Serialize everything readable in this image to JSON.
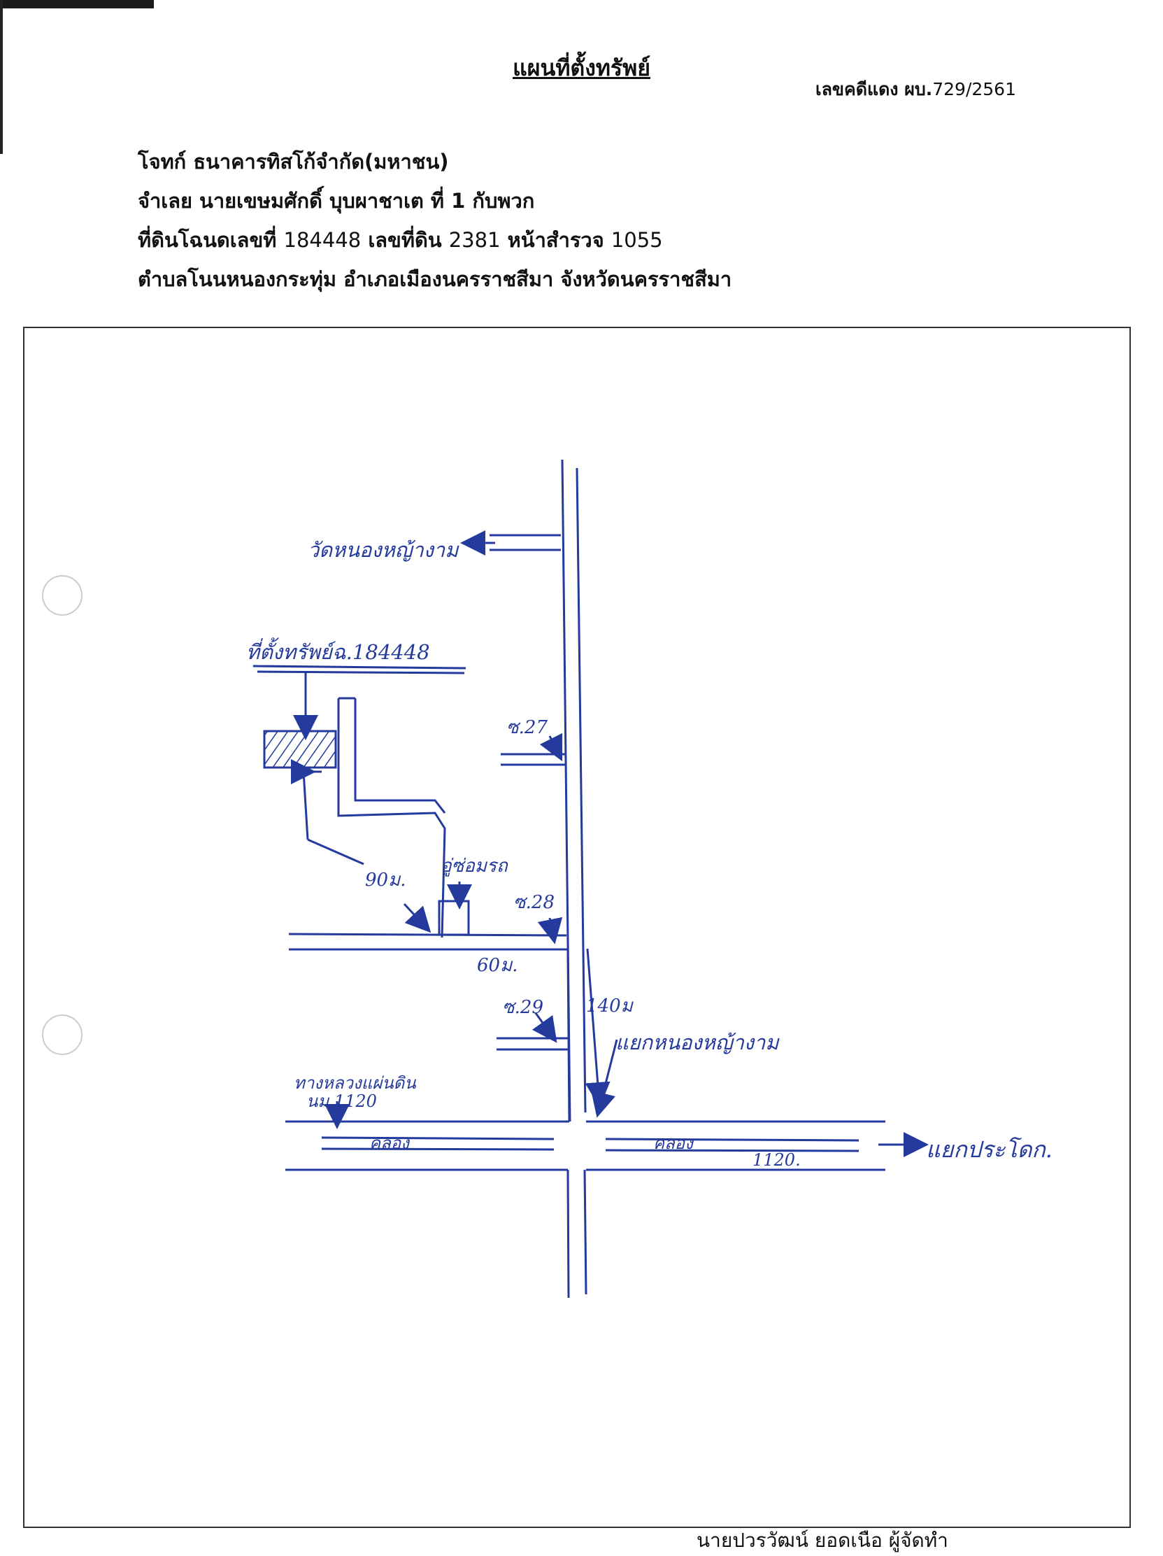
{
  "header": {
    "title": "แผนที่ตั้งทรัพย์",
    "case_label": "เลขคดีแดง ผบ.",
    "case_number": "729/2561"
  },
  "details": {
    "plaintiff": "โจทก์ ธนาคารทิสโก้จำกัด(มหาชน)",
    "defendant": "จำเลย นายเขษมศักดิ์ บุบผาชาเต   ที่ 1 กับพวก",
    "deed_label_1": "ที่ดินโฉนดเลขที่",
    "deed_no": "184448",
    "deed_label_2": "เลขที่ดิน",
    "land_no": "2381",
    "deed_label_3": "หน้าสำรวจ",
    "survey_no": "1055",
    "location": "ตำบลโนนหนองกระทุ่ม  อำเภอเมืองนครราชสีมา  จังหวัดนครราชสีมา"
  },
  "map_labels": {
    "temple": "วัดหนองหญ้างาม",
    "property": "ที่ตั้งทรัพย์ฉ.184448",
    "soi27": "ซ.27",
    "soi28": "ซ.28",
    "soi29": "ซ.29",
    "garage": "อู่ซ่อมรถ",
    "dist_90": "90ม.",
    "dist_60": "60ม.",
    "dist_140": "140ม",
    "junction": "แยกหนองหญ้างาม",
    "highway": "ทางหลวงแผ่นดิน",
    "highway_no": "นม.1120",
    "canal_left": "คลอง",
    "canal_right": "คลอง",
    "road_no": "1120.",
    "direction": "แยกประโดก."
  },
  "footer": {
    "signature": "นายปวรวัฒน์ ยอดเนือ ผู้จัดทำ"
  },
  "colors": {
    "ink": "#243a9c"
  }
}
